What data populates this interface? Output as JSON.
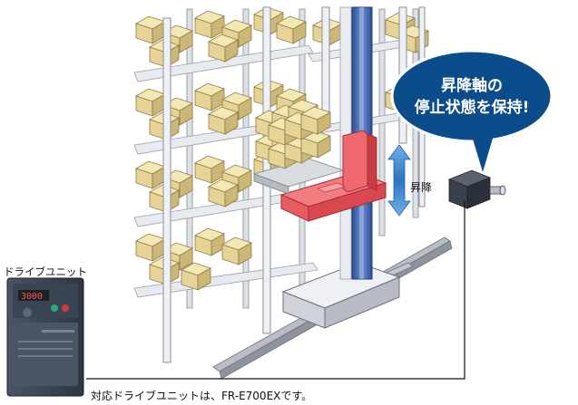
{
  "callout": {
    "line1": "昇降軸の",
    "line2": "停止状態を保持!"
  },
  "lift_axis_label": "昇降",
  "drive_unit_label": "ドライブユニット",
  "footnote": "対応ドライブユニットは、FR-E700EXです。",
  "drive_display": "3000",
  "colors": {
    "bubble": "#0b4d8a",
    "lift_carriage": "#e8545a",
    "mast": "#3a5fa8",
    "arrow": "#3b7bbf"
  }
}
